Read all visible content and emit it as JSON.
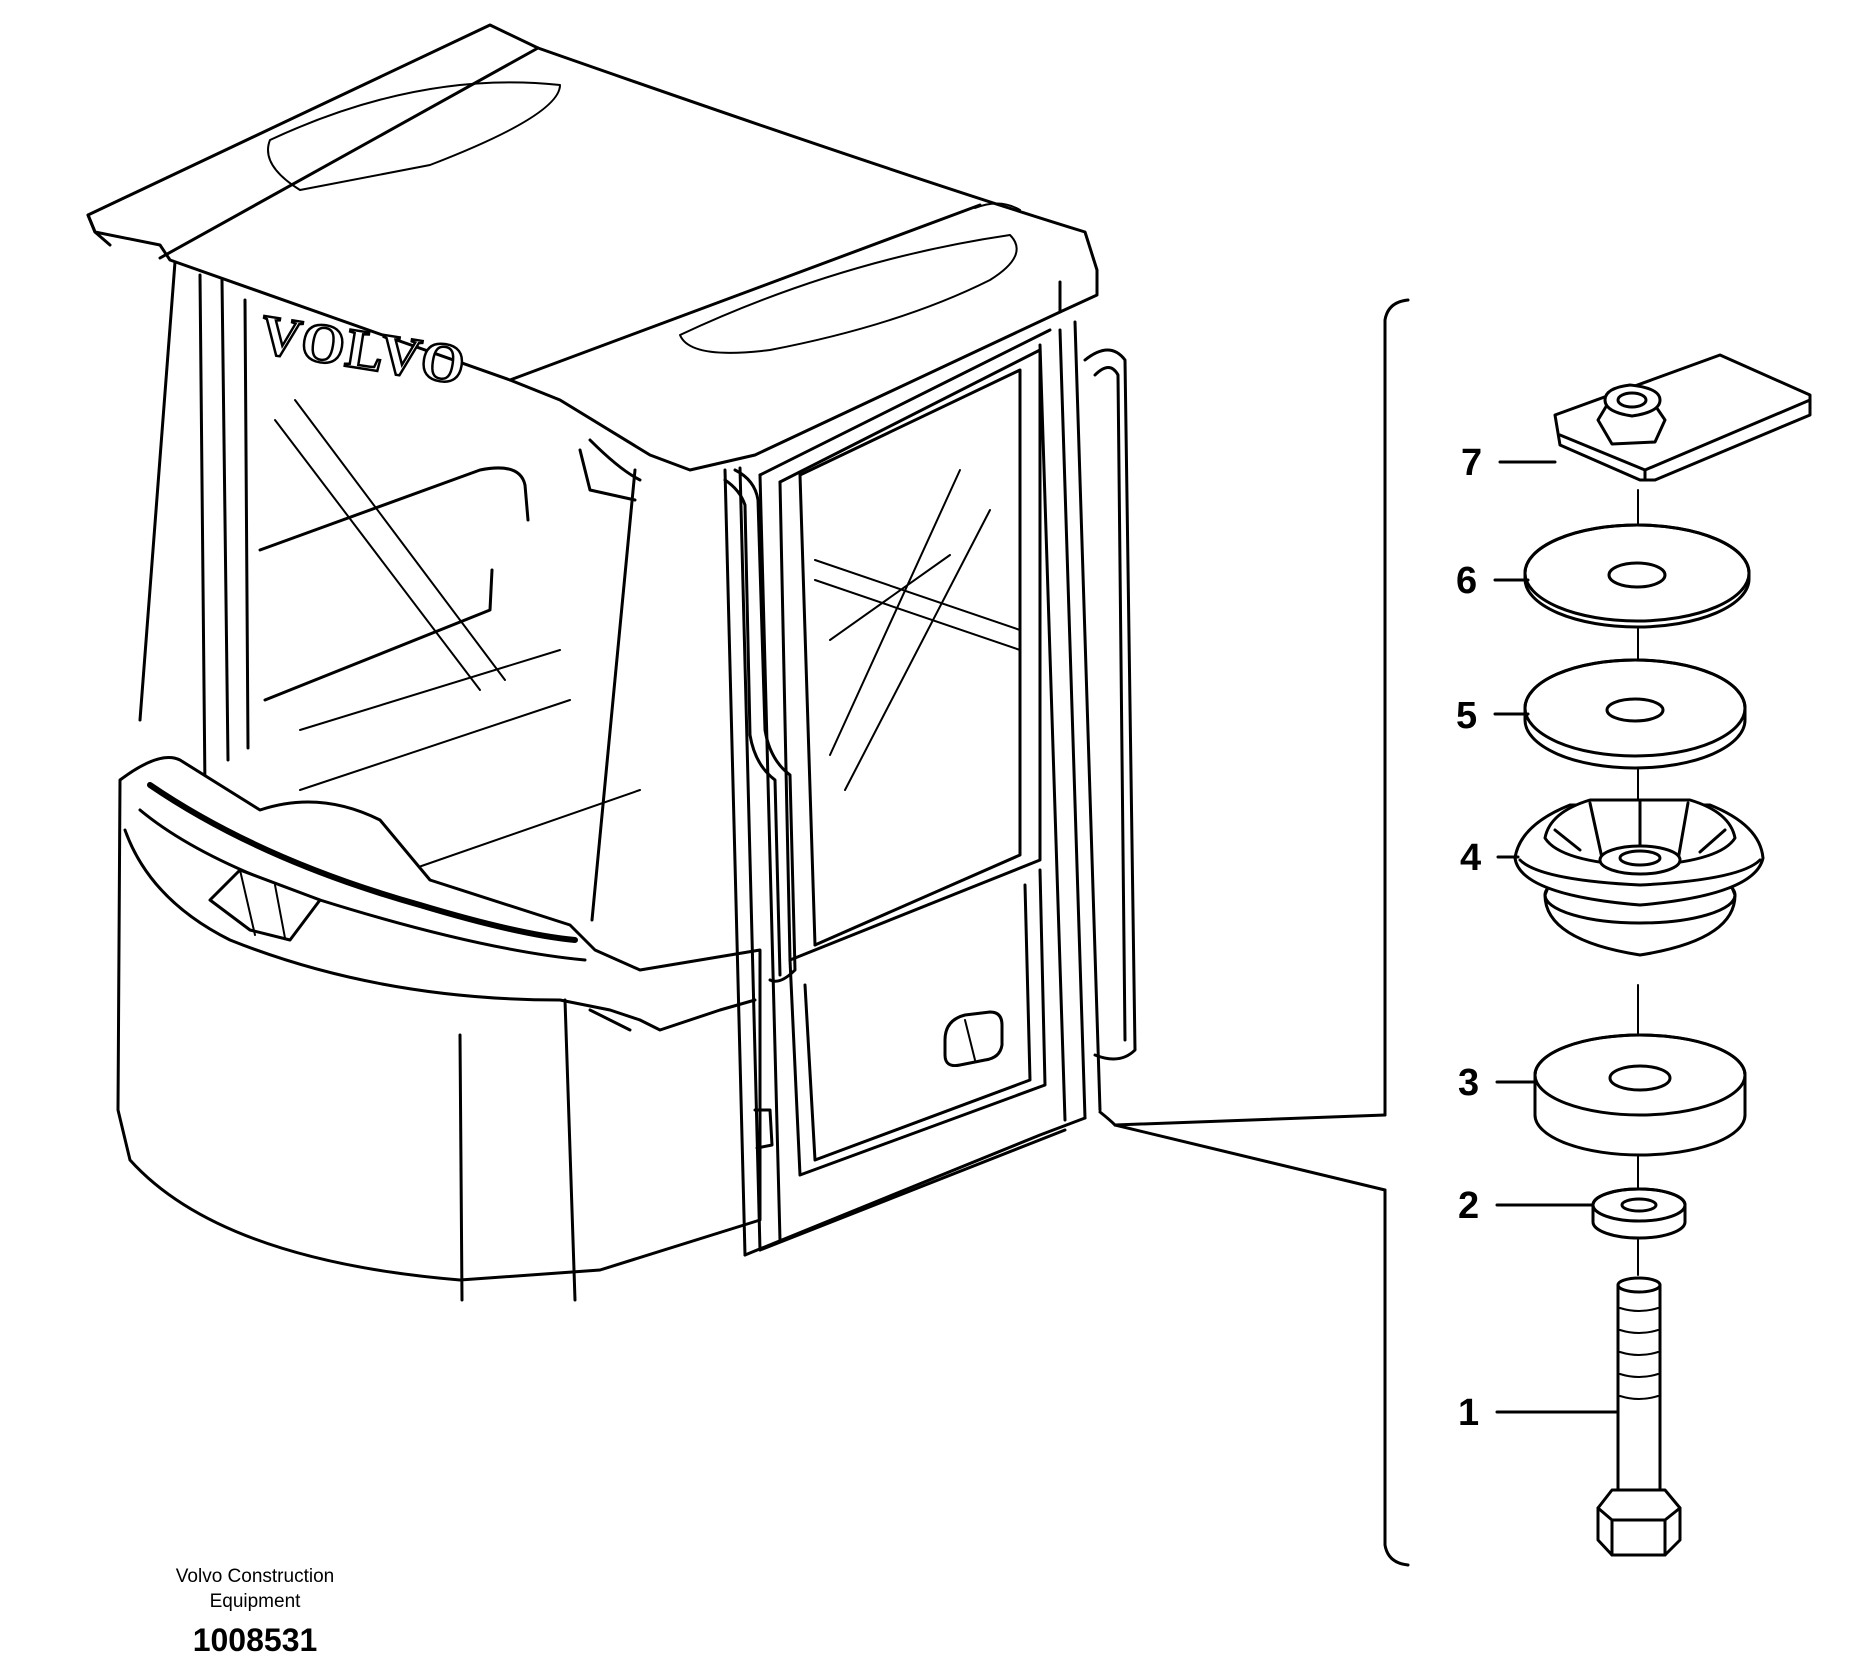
{
  "drawing": {
    "brand_logo": "VOLVO",
    "callouts": [
      "1",
      "2",
      "3",
      "4",
      "5",
      "6",
      "7"
    ]
  },
  "footer": {
    "company_line1": "Volvo Construction",
    "company_line2": "Equipment",
    "reference_number": "1008531"
  }
}
